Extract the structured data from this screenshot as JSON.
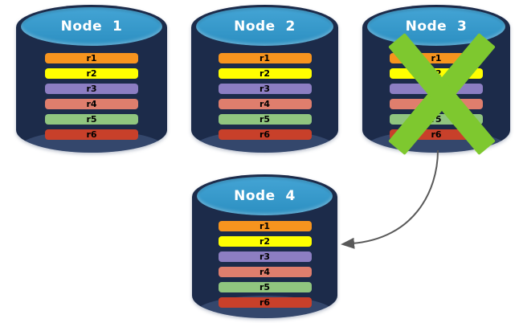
{
  "colors": {
    "cylinder_body": "#1C2B4A",
    "cylinder_cap": "#2F9AD0",
    "node_title_text": "#FFFFFF",
    "bar_label_text": "#000000",
    "failure_x": "#7EC82F",
    "arrow": "#595959"
  },
  "nodes": [
    {
      "id": "node-1",
      "title": "Node  1",
      "failed": false,
      "replicas": [
        {
          "label": "r1",
          "color": "#F7941E"
        },
        {
          "label": "r2",
          "color": "#FFFF00"
        },
        {
          "label": "r3",
          "color": "#8C7EC2"
        },
        {
          "label": "r4",
          "color": "#DF7E6D"
        },
        {
          "label": "r5",
          "color": "#90C57F"
        },
        {
          "label": "r6",
          "color": "#C8402A"
        }
      ]
    },
    {
      "id": "node-2",
      "title": "Node  2",
      "failed": false,
      "replicas": [
        {
          "label": "r1",
          "color": "#F7941E"
        },
        {
          "label": "r2",
          "color": "#FFFF00"
        },
        {
          "label": "r3",
          "color": "#8C7EC2"
        },
        {
          "label": "r4",
          "color": "#DF7E6D"
        },
        {
          "label": "r5",
          "color": "#90C57F"
        },
        {
          "label": "r6",
          "color": "#C8402A"
        }
      ]
    },
    {
      "id": "node-3",
      "title": "Node  3",
      "failed": true,
      "replicas": [
        {
          "label": "r1",
          "color": "#F7941E"
        },
        {
          "label": "r2",
          "color": "#FFFF00"
        },
        {
          "label": "r3",
          "color": "#8C7EC2"
        },
        {
          "label": "r4",
          "color": "#DF7E6D"
        },
        {
          "label": "r5",
          "color": "#90C57F"
        },
        {
          "label": "r6",
          "color": "#C8402A"
        }
      ]
    },
    {
      "id": "node-4",
      "title": "Node  4",
      "failed": false,
      "replicas": [
        {
          "label": "r1",
          "color": "#F7941E"
        },
        {
          "label": "r2",
          "color": "#FFFF00"
        },
        {
          "label": "r3",
          "color": "#8C7EC2"
        },
        {
          "label": "r4",
          "color": "#DF7E6D"
        },
        {
          "label": "r5",
          "color": "#90C57F"
        },
        {
          "label": "r6",
          "color": "#C8402A"
        }
      ]
    }
  ],
  "arrow": {
    "from": "Node  3",
    "to": "Node  4"
  }
}
